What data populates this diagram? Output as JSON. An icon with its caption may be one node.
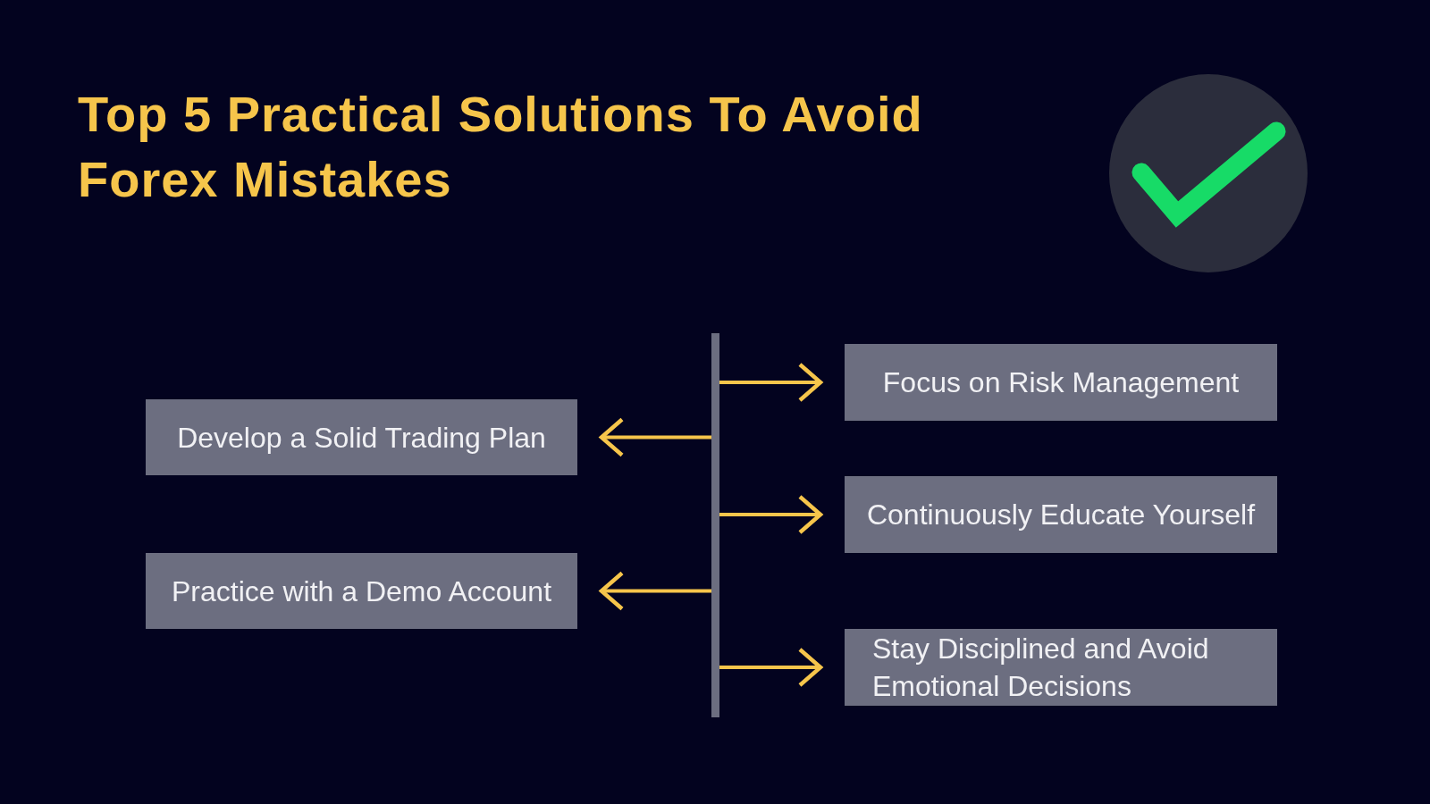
{
  "diagram": {
    "title": "Top 5 Practical Solutions To Avoid Forex Mistakes",
    "nodes": [
      {
        "text": [],
        "shape": "bar"
      },
      {
        "text": [
          "Focus on Risk Management"
        ]
      },
      {
        "text": [
          "Develop a Solid Trading Plan"
        ]
      },
      {
        "text": [
          "Continuously Educate Yourself"
        ]
      },
      {
        "text": [
          "Practice with a Demo Account"
        ]
      },
      {
        "text": [
          "Stay Disciplined and Avoid Emotional Decisions"
        ]
      }
    ],
    "edges": [
      {
        "from": 0,
        "to": 1,
        "arrow": "to"
      },
      {
        "from": 0,
        "to": 2,
        "arrow": "to"
      },
      {
        "from": 0,
        "to": 3,
        "arrow": "to"
      },
      {
        "from": 0,
        "to": 4,
        "arrow": "to"
      },
      {
        "from": 0,
        "to": 5,
        "arrow": "to"
      }
    ]
  }
}
